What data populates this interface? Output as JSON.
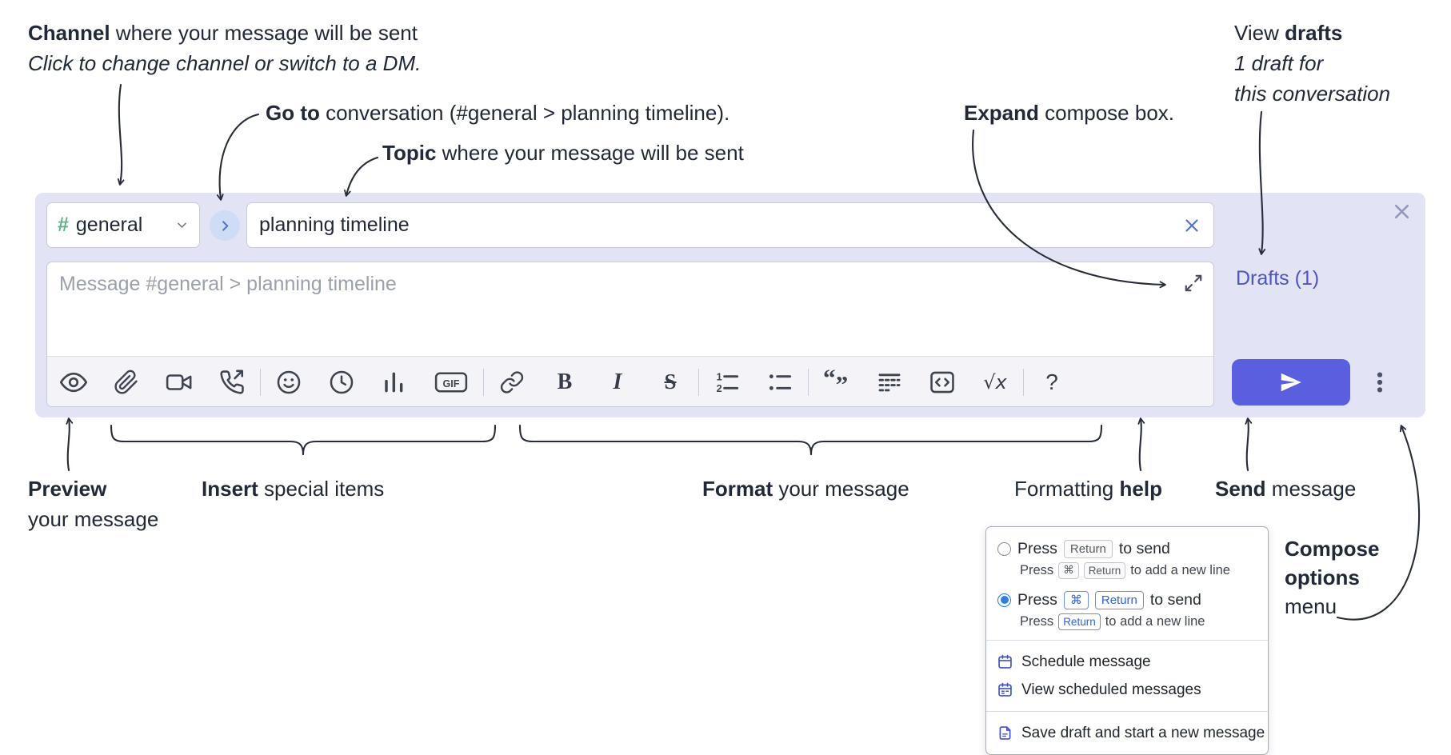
{
  "colors": {
    "compose_bg": "#e2e3f4",
    "panel_border": "#c7cada",
    "toolbar_bg": "#f4f4f8",
    "text_dark": "#212838",
    "placeholder": "#9aa0ac",
    "green_hash": "#5eb283",
    "goto_circle_bg": "#cfdcf6",
    "goto_chevron": "#4c74d9",
    "clear_x": "#5373cf",
    "drafts_link": "#4c55c3",
    "send_button": "#5a5fe0",
    "close_x": "#9298b8",
    "kbd_active": "#2e62e8",
    "menu_icon": "#4351cc",
    "radio_selected": "#2f7de1",
    "arrow": "#262c3a"
  },
  "annotations": {
    "channel": {
      "bold": "Channel",
      "rest": " where your message will be sent",
      "sub": "Click to change channel or switch to a DM."
    },
    "goto": {
      "bold": "Go to",
      "rest": " conversation (#general > planning timeline)."
    },
    "topic": {
      "bold": "Topic",
      "rest": " where your message will be sent"
    },
    "expand": {
      "bold": "Expand",
      "rest": " compose box."
    },
    "drafts": {
      "pre": "View ",
      "bold": "drafts",
      "sub1": "1 draft for",
      "sub2": "this conversation"
    },
    "preview": {
      "bold": "Preview",
      "line2": "your message"
    },
    "insert": {
      "bold": "Insert",
      "rest": " special items"
    },
    "format": {
      "bold": "Format",
      "rest": " your message"
    },
    "help": {
      "pre": "Formatting ",
      "bold": "help"
    },
    "send": {
      "bold": "Send",
      "rest": " message"
    },
    "compose_options": {
      "line1": "Compose",
      "line2": "options",
      "line3": "menu"
    }
  },
  "compose": {
    "channel": {
      "hash": "#",
      "name": "general"
    },
    "topic_value": "planning timeline",
    "message_placeholder": "Message #general > planning timeline",
    "drafts_label": "Drafts (1)"
  },
  "toolbar": {
    "gif": "GIF",
    "bold": "B",
    "italic": "I",
    "strike": "S",
    "math": "√x",
    "help": "?"
  },
  "options_menu": {
    "opt1": {
      "press": "Press",
      "key_return": "Return",
      "to_send": "to send",
      "sub_press": "Press",
      "sub_key_cmd": "⌘",
      "sub_key_return": "Return",
      "sub_rest": "to add a new line"
    },
    "opt2": {
      "press": "Press",
      "key_cmd": "⌘",
      "key_return": "Return",
      "to_send": "to send",
      "sub_press": "Press",
      "sub_key_return": "Return",
      "sub_rest": "to add a new line"
    },
    "schedule": "Schedule message",
    "view_scheduled": "View scheduled messages",
    "save_draft": "Save draft and start a new message"
  },
  "icons": {
    "toolbar": [
      "preview-eye",
      "attach-file",
      "video-call",
      "voice-call",
      "emoji",
      "time",
      "poll",
      "gif",
      "link",
      "bold",
      "italic",
      "strikethrough",
      "numbered-list",
      "bulleted-list",
      "quote",
      "spoiler",
      "code",
      "math",
      "help"
    ],
    "other": [
      "chevron-down",
      "go-to-chevron-right",
      "clear-topic-x",
      "expand-diagonal-arrows",
      "close-x",
      "send-paper-plane",
      "kebab-vertical-dots",
      "calendar",
      "calendar-list",
      "save-draft-document"
    ]
  }
}
